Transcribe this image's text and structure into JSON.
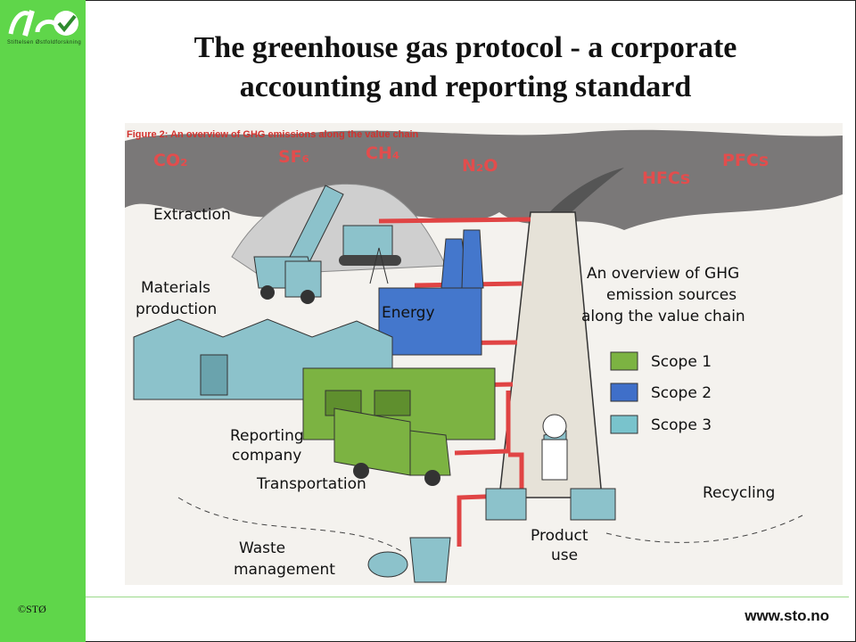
{
  "slide": {
    "title_line1": "The greenhouse gas protocol - a corporate",
    "title_line2": "accounting and reporting standard",
    "copyright": "©STØ",
    "url": "www.sto.no",
    "logo_text": "STØ",
    "logo_subtitle": "Stiftelsen Østfoldforskning"
  },
  "figure": {
    "caption": "Figure 2: An overview of GHG emissions along the value chain",
    "gases": [
      "CO₂",
      "SF₆",
      "CH₄",
      "N₂O",
      "HFCs",
      "PFCs"
    ],
    "labels": {
      "extraction": "Extraction",
      "materials_1": "Materials",
      "materials_2": "production",
      "energy": "Energy",
      "overview_1": "An overview of GHG",
      "overview_2": "emission sources",
      "overview_3": "along the value chain",
      "reporting_1": "Reporting",
      "reporting_2": "company",
      "transportation": "Transportation",
      "recycling": "Recycling",
      "waste_1": "Waste",
      "waste_2": "management",
      "product_1": "Product",
      "product_2": "use"
    },
    "legend": [
      {
        "label": "Scope 1",
        "color": "#7cb342"
      },
      {
        "label": "Scope 2",
        "color": "#3f6fc9"
      },
      {
        "label": "Scope 3",
        "color": "#79c3cc"
      }
    ]
  }
}
